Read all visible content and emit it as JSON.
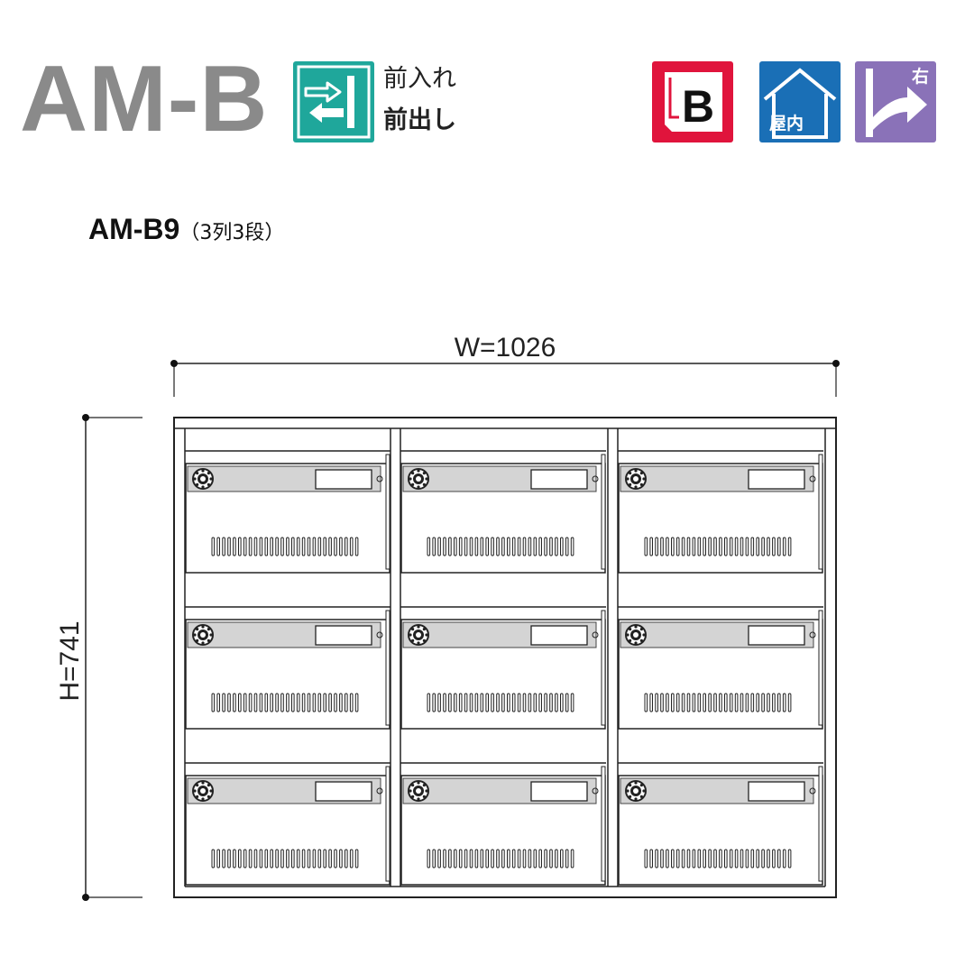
{
  "header": {
    "model": "AM-B",
    "feature_lines": [
      "前入れ",
      "前出し"
    ],
    "feature_icon": "front-insert-front-remove-icon",
    "badges": [
      {
        "name": "lb-badge",
        "text": "B",
        "color": "#e0143c"
      },
      {
        "name": "indoor-badge",
        "text": "屋内",
        "color": "#1a6fb6"
      },
      {
        "name": "right-hinge-badge",
        "text": "右",
        "color": "#8a72b8"
      }
    ],
    "feature_color": "#1fa79b",
    "title_color": "#8a8a8a"
  },
  "product": {
    "model": "AM-B9",
    "config": "（3列3段）",
    "columns": 3,
    "rows": 3
  },
  "dimensions": {
    "width_label": "W=1026",
    "height_label": "H=741"
  }
}
